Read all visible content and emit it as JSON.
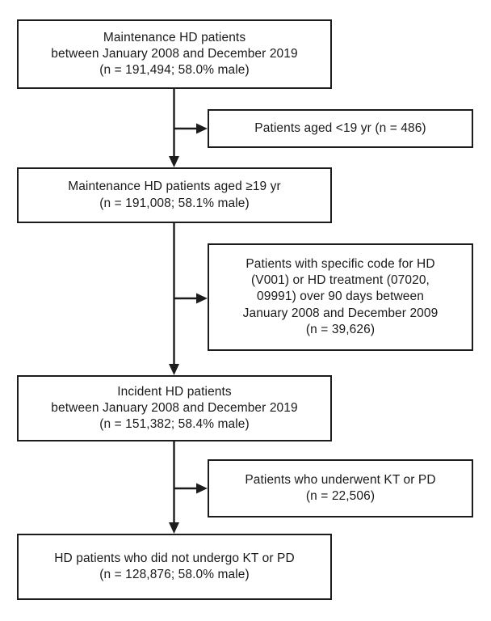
{
  "figure": {
    "kind": "patient-selection-flowchart",
    "orientation": "top-to-bottom",
    "accent_color": "#1c1c1c",
    "background_color": "#ffffff"
  },
  "nodes": {
    "main_1": {
      "id": "main-1",
      "role": "source-cohort",
      "text": "Maintenance HD patients\nbetween January 2008 and December 2019\n(n = 191,494; 58.0% male)",
      "n": "191,494",
      "male_percent": "58.0%"
    },
    "main_2": {
      "id": "main-2",
      "role": "after-age-exclusion",
      "text": "Maintenance HD patients aged ≥19 yr\n(n = 191,008; 58.1% male)",
      "n": "191,008",
      "male_percent": "58.1%"
    },
    "main_3": {
      "id": "main-3",
      "role": "incident-cohort",
      "text": "Incident HD patients\nbetween January 2008 and December 2019\n(n = 151,382; 58.4% male)",
      "n": "151,382",
      "male_percent": "58.4%"
    },
    "main_4": {
      "id": "main-4",
      "role": "final-cohort",
      "text": "HD patients who did not undergo KT or PD\n(n = 128,876; 58.0% male)",
      "n": "128,876",
      "male_percent": "58.0%"
    },
    "side_1": {
      "id": "side-1",
      "role": "exclusion-age",
      "text": "Patients aged <19 yr (n = 486)",
      "n": "486"
    },
    "side_2": {
      "id": "side-2",
      "role": "exclusion-prevalent-hd",
      "text": "Patients with specific code for HD\n(V001) or HD treatment (07020,\n09991) over 90 days between\nJanuary 2008 and December 2009\n(n = 39,626)",
      "n": "39,626"
    },
    "side_3": {
      "id": "side-3",
      "role": "exclusion-kt-pd",
      "text": "Patients who underwent KT or PD\n(n = 22,506)",
      "n": "22,506"
    }
  },
  "connectors": [
    {
      "id": "vertical-1",
      "from": "main_1",
      "to": "main_2",
      "type": "arrow-down"
    },
    {
      "id": "branch-1",
      "from": "main_1",
      "to": "side_1",
      "type": "arrow-right"
    },
    {
      "id": "vertical-2",
      "from": "main_2",
      "to": "main_3",
      "type": "arrow-down"
    },
    {
      "id": "branch-2",
      "from": "main_2",
      "to": "side_2",
      "type": "arrow-right"
    },
    {
      "id": "vertical-3",
      "from": "main_3",
      "to": "main_4",
      "type": "arrow-down"
    },
    {
      "id": "branch-3",
      "from": "main_3",
      "to": "side_3",
      "type": "arrow-right"
    }
  ]
}
